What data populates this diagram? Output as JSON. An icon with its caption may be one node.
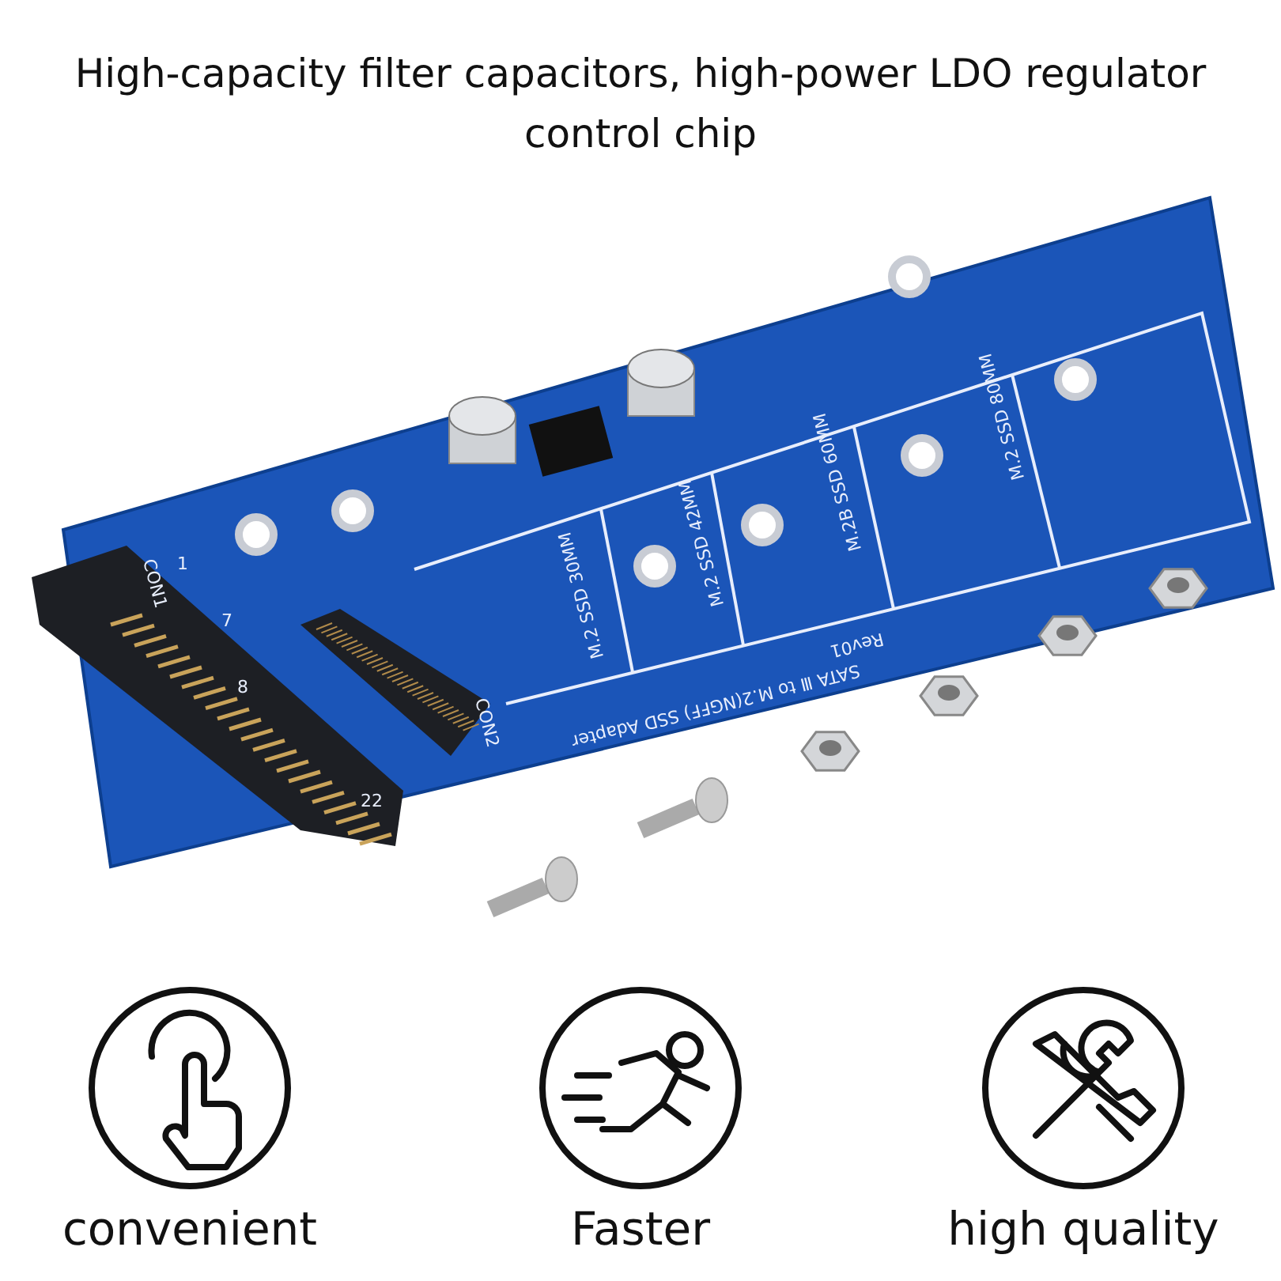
{
  "diagram": {
    "title": "High-capacity filter capacitors, high-power LDO regulator control chip",
    "labels": [
      "SATA Ⅲ to M.2(NGFF) SSD Adapter",
      "Rev01",
      "M.2 SSD 80MM",
      "M.2B SSD 60MM",
      "M.2 SSD 42MM",
      "M.2 SSD 30MM",
      "CON1",
      "CON2",
      "1",
      "7",
      "8",
      "22",
      "convenient",
      "Faster",
      "high quality"
    ]
  }
}
